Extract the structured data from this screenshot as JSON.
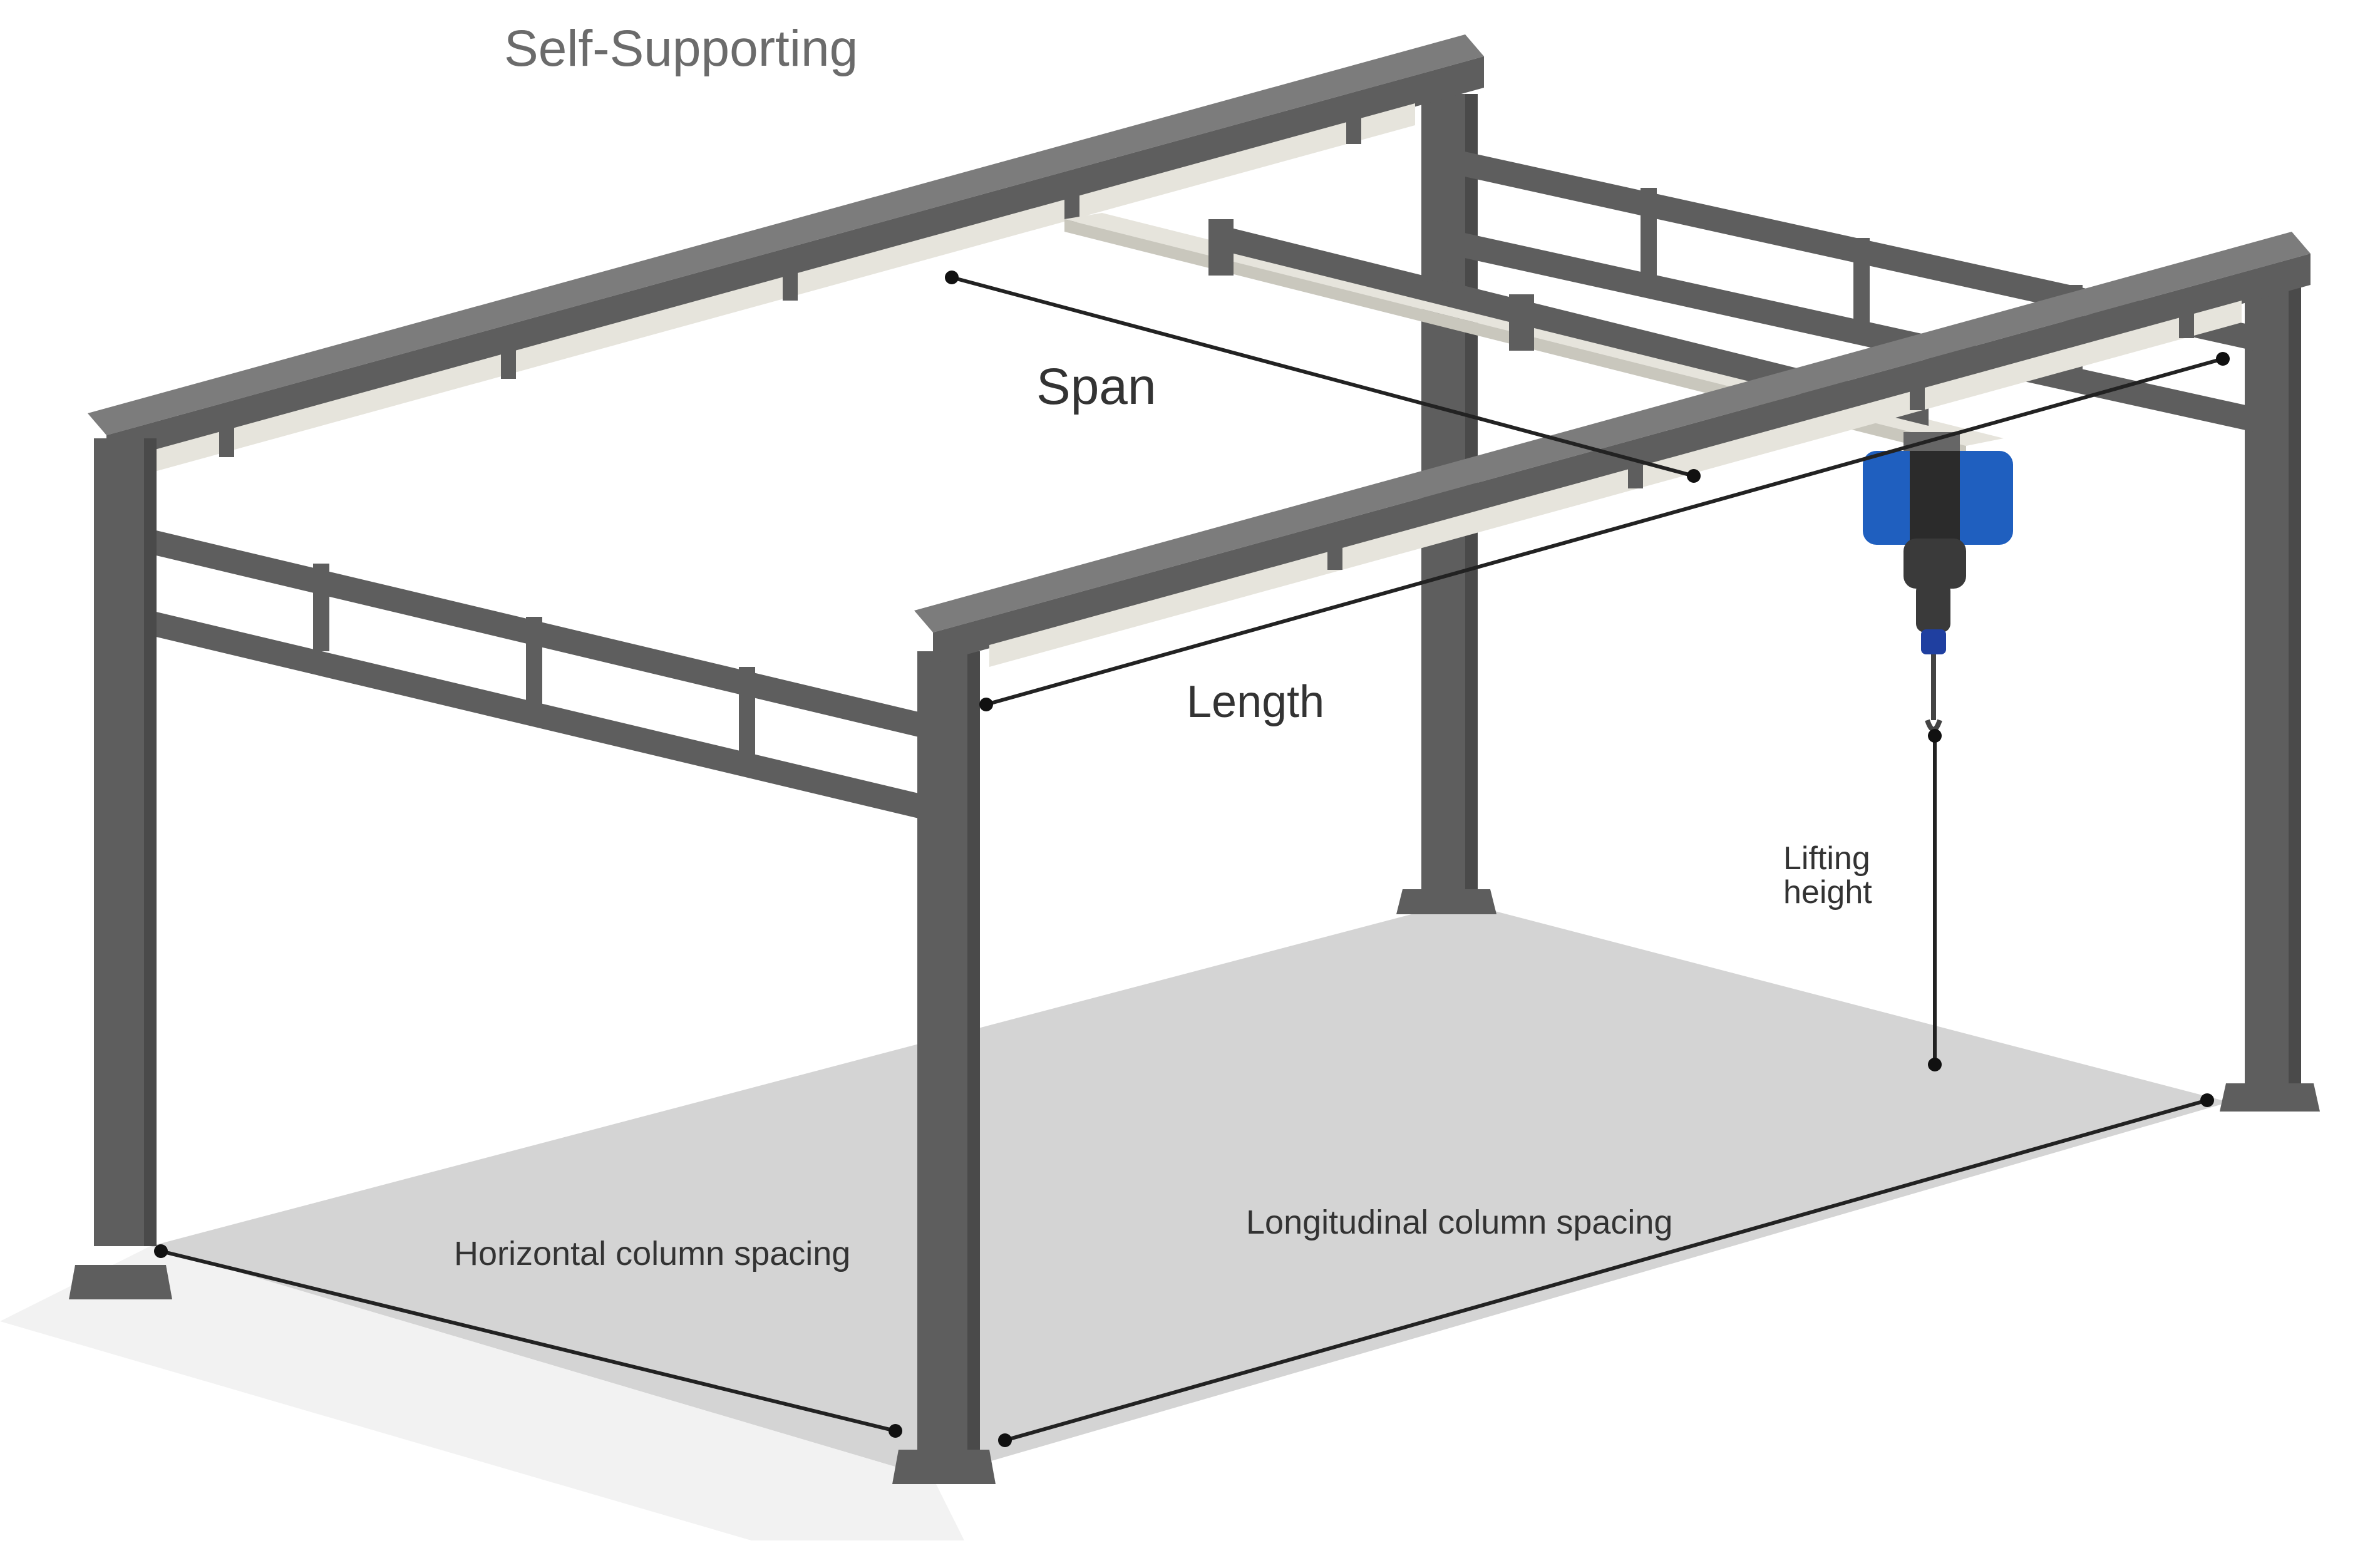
{
  "title": "Self-Supporting",
  "labels": {
    "span": "Span",
    "length": "Length",
    "lifting_height_line1": "Lifting",
    "lifting_height_line2": "height",
    "horizontal_spacing": "Horizontal column spacing",
    "longitudinal_spacing": "Longitudinal column spacing"
  },
  "colors": {
    "steel": "#5e5e5e",
    "rail": "#e6e4dc",
    "floor": "#d4d4d4",
    "hoist": "#1f5fbf",
    "text": "#333333"
  }
}
